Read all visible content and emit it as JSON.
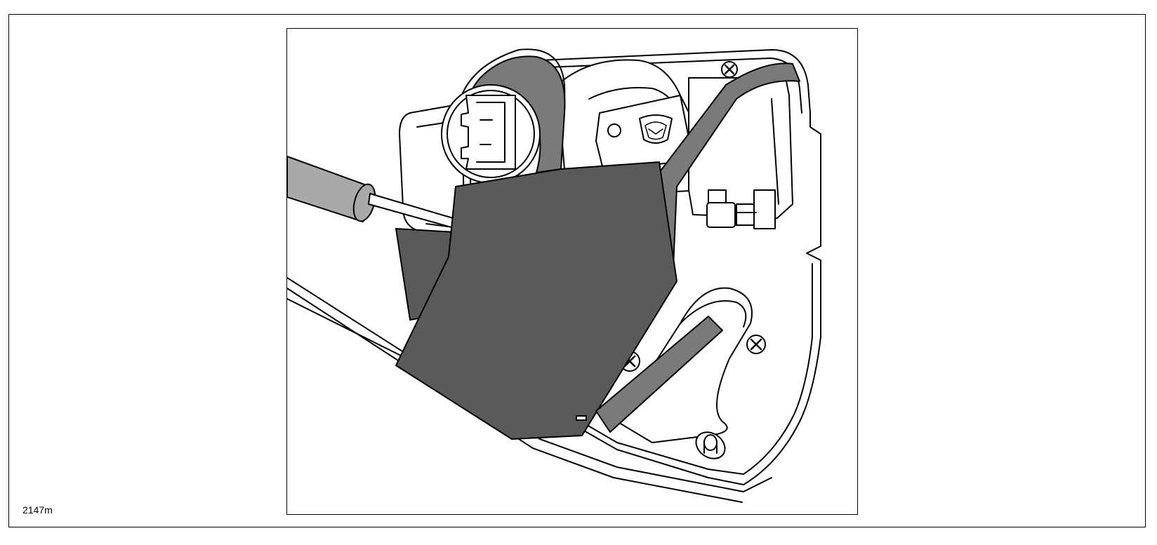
{
  "figure": {
    "id_label": "2147m",
    "colors": {
      "line": "#000000",
      "panel": "#ffffff",
      "tape": "#5a5a5a",
      "light_gray": "#a9a9a9",
      "mid_gray": "#7a7a7a"
    },
    "parts": [
      "door-lock-actuator-housing",
      "protective-tape-cover",
      "connector-seal-ring",
      "electrical-connector",
      "lock-rod-cable",
      "brand-emblem",
      "mounting-screw",
      "guide-pin"
    ]
  }
}
